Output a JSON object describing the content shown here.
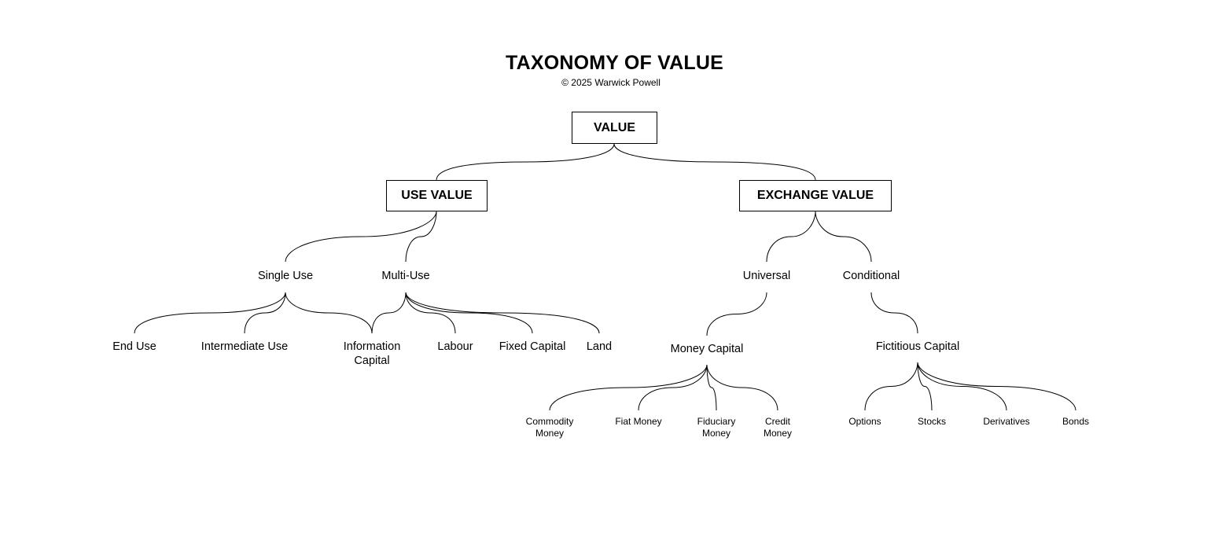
{
  "title": "TAXONOMY OF VALUE",
  "subtitle": "© 2025 Warwick Powell",
  "nodes": {
    "value": "VALUE",
    "use_value": "USE VALUE",
    "exchange_value": "EXCHANGE VALUE",
    "single_use": "Single Use",
    "multi_use": "Multi-Use",
    "universal": "Universal",
    "conditional": "Conditional",
    "end_use": "End Use",
    "intermediate_use": "Intermediate Use",
    "information_capital": "Information\nCapital",
    "labour": "Labour",
    "fixed_capital": "Fixed Capital",
    "land": "Land",
    "money_capital": "Money Capital",
    "fictitious_capital": "Fictitious Capital",
    "commodity_money": "Commodity\nMoney",
    "fiat_money": "Fiat Money",
    "fiduciary_money": "Fiduciary\nMoney",
    "credit_money": "Credit\nMoney",
    "options": "Options",
    "stocks": "Stocks",
    "derivatives": "Derivatives",
    "bonds": "Bonds"
  }
}
